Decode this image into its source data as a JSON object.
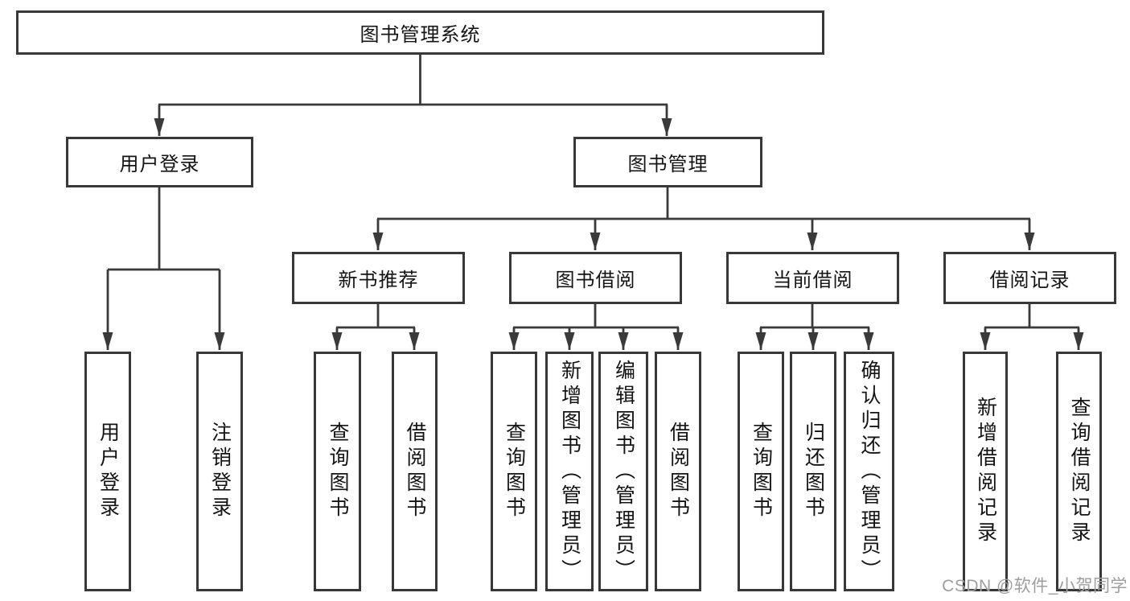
{
  "tree": {
    "label": "图书管理系统",
    "children": [
      {
        "label": "用户登录",
        "children": [
          {
            "label": "用户登录"
          },
          {
            "label": "注销登录"
          }
        ]
      },
      {
        "label": "图书管理",
        "children": [
          {
            "label": "新书推荐",
            "children": [
              {
                "label": "查询图书"
              },
              {
                "label": "借阅图书"
              }
            ]
          },
          {
            "label": "图书借阅",
            "children": [
              {
                "label": "查询图书"
              },
              {
                "label": "新增图书（管理员）"
              },
              {
                "label": "编辑图书（管理员）"
              },
              {
                "label": "借阅图书"
              }
            ]
          },
          {
            "label": "当前借阅",
            "children": [
              {
                "label": "查询图书"
              },
              {
                "label": "归还图书"
              },
              {
                "label": "确认归还（管理员）"
              }
            ]
          },
          {
            "label": "借阅记录",
            "children": [
              {
                "label": "新增借阅记录"
              },
              {
                "label": "查询借阅记录"
              }
            ]
          }
        ]
      }
    ]
  },
  "colors": {
    "line": "#3a3a3a",
    "border": "#383838",
    "text": "#141414",
    "watermark": "#9e9e9e"
  },
  "watermark": "CSDN @软件_小贺同学"
}
